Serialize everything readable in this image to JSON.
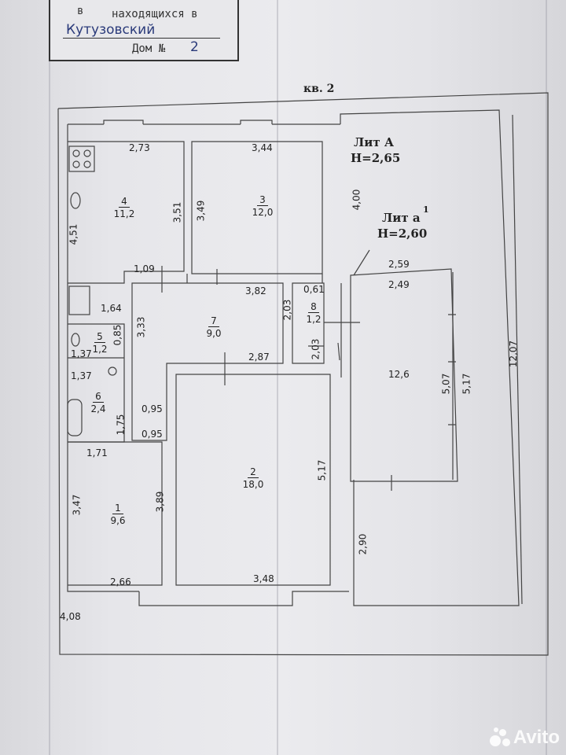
{
  "header": {
    "line1_prefix": "в",
    "line1_text": "находящихся в",
    "street": "Кутузовский",
    "house_label": "Дом №",
    "house_number": "2"
  },
  "apartment": "кв. 2",
  "lit_a": {
    "name": "Лит А",
    "height": "H=2,65"
  },
  "lit_a1": {
    "name": "Лит а",
    "superscript": "1",
    "height": "H=2,60"
  },
  "rooms": [
    {
      "num": "1",
      "area": "9,6"
    },
    {
      "num": "2",
      "area": "18,0"
    },
    {
      "num": "3",
      "area": "12,0"
    },
    {
      "num": "4",
      "area": "11,2"
    },
    {
      "num": "5",
      "area": "1,2"
    },
    {
      "num": "6",
      "area": "2,4"
    },
    {
      "num": "7",
      "area": "9,0"
    },
    {
      "num": "8",
      "area": "1,2"
    }
  ],
  "balcony_area": "12,6",
  "dimensions": {
    "d_2_73": "2,73",
    "d_3_44": "3,44",
    "d_4_00": "4,00",
    "d_3_49": "3,49",
    "d_3_51": "3,51",
    "d_4_51": "4,51",
    "d_1_09": "1,09",
    "d_3_82": "3,82",
    "d_0_61": "0,61",
    "d_2_59": "2,59",
    "d_2_49": "2,49",
    "d_1_64": "1,64",
    "d_2_03_a": "2,03",
    "d_2_03_b": "2,03",
    "d_3_33": "3,33",
    "d_0_85": "0,85",
    "d_1_37_a": "1,37",
    "d_1_37_b": "1,37",
    "d_2_87": "2,87",
    "d_5_07": "5,07",
    "d_5_17_a": "5,17",
    "d_12_07": "12,07",
    "d_0_95_a": "0,95",
    "d_1_75": "1,75",
    "d_0_95_b": "0,95",
    "d_1_71": "1,71",
    "d_5_17_b": "5,17",
    "d_3_47": "3,47",
    "d_3_89": "3,89",
    "d_2_90": "2,90",
    "d_2_66": "2,66",
    "d_3_48": "3,48",
    "d_4_08": "4,08"
  },
  "watermark": "Avito"
}
